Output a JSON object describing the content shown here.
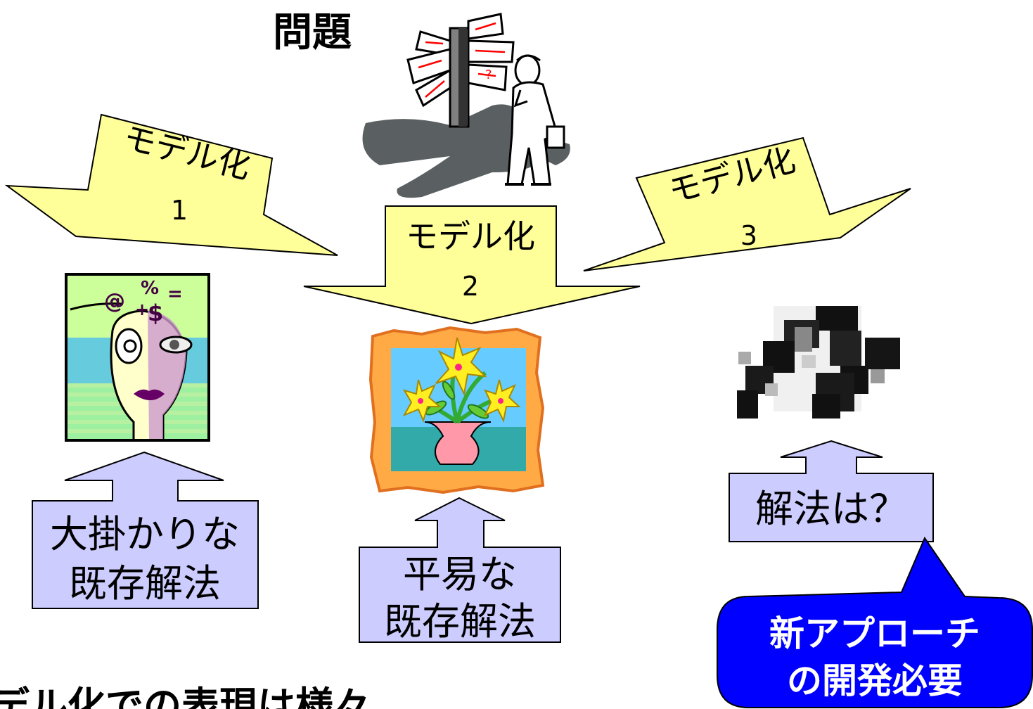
{
  "title": "問題",
  "modeling": {
    "left": {
      "label": "モデル化",
      "num": "1"
    },
    "center": {
      "label": "モデル化",
      "num": "2"
    },
    "right": {
      "label": "モデル化",
      "num": "3"
    }
  },
  "solutions": {
    "left": {
      "line1": "大掛かりな",
      "line2": "既存解法"
    },
    "center": {
      "line1": "平易な",
      "line2": "既存解法"
    },
    "right": {
      "line1": "解法は？"
    }
  },
  "callout": {
    "line1": "新アプローチ",
    "line2": "の開発必要"
  },
  "footer": "デル化での表現は様々",
  "clipart_symbols": {
    "at": "@",
    "percent": "%",
    "plus": "+",
    "dollar": "$",
    "equals": "=",
    "question": "?"
  },
  "colors": {
    "arrow_fill": "#ffff99",
    "up_arrow_fill": "#ccccff",
    "callout_fill": "#0000ff",
    "callout_text": "#ffffff"
  }
}
